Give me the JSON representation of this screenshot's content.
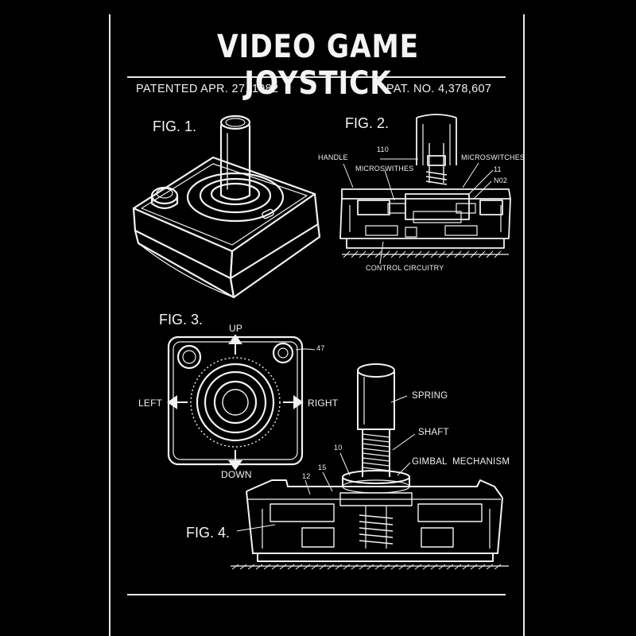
{
  "title": "VIDEO GAME JOYSTICK",
  "patented": "PATENTED APR. 27, 1982",
  "patent_number": "PAT. NO. 4,378,607",
  "figures": {
    "fig1": "FIG. 1.",
    "fig2": "FIG. 2.",
    "fig3": "FIG. 3.",
    "fig4": "FIG. 4."
  },
  "fig2_labels": {
    "ref_110": "110",
    "handle": "HANDLE",
    "microswitches_left": "MICROSWITHES",
    "microswitches_right": "MICROSWITCHES",
    "ref_11": "11",
    "ref_n02": "N02",
    "control_circuitry": "CONTROL CIRCUITRY"
  },
  "fig3_labels": {
    "up": "UP",
    "down": "DOWN",
    "left": "LEFT",
    "right": "RIGHT",
    "ref_47": "47"
  },
  "fig4_labels": {
    "spring": "SPRING",
    "shaft": "SHAFT",
    "gimbal_mechanism": "GIMBAL  MECHANISM",
    "ref_10": "10",
    "ref_15": "15",
    "ref_12": "12"
  },
  "colors": {
    "background": "#000000",
    "ink": "#f2f2f2"
  }
}
